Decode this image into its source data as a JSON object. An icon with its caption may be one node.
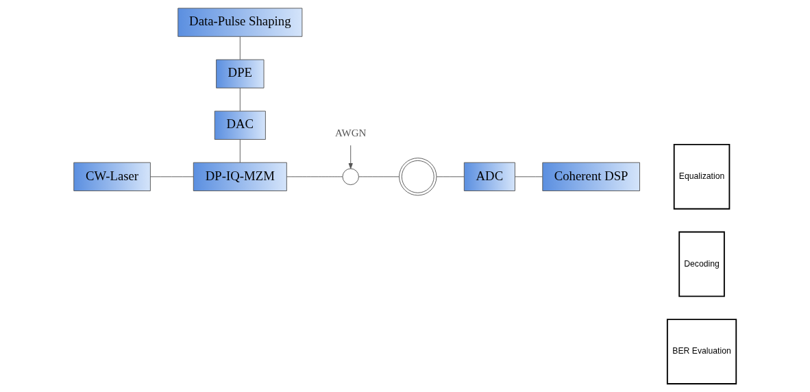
{
  "diagram": {
    "nodes": [
      {
        "text": [
          "Data-Pulse Shaping"
        ]
      },
      {
        "text": [
          "DPE"
        ]
      },
      {
        "text": [
          "DAC"
        ]
      },
      {
        "text": [
          "CW-Laser"
        ]
      },
      {
        "text": [
          "DP-IQ-MZM"
        ]
      },
      {
        "text": [],
        "shape": "circle"
      },
      {
        "text": [],
        "shape": "coil"
      },
      {
        "text": [
          "ADC"
        ]
      },
      {
        "text": [
          "Coherent DSP"
        ]
      },
      {
        "text": [
          "Equalization"
        ]
      },
      {
        "text": [
          "Decoding"
        ]
      },
      {
        "text": [
          "BER Evaluation"
        ]
      },
      {
        "text": [
          "AWGN"
        ]
      }
    ],
    "edges": [
      {
        "from": 0,
        "to": 1,
        "arrow": "none"
      },
      {
        "from": 1,
        "to": 2,
        "arrow": "none"
      },
      {
        "from": 2,
        "to": 4,
        "arrow": "none"
      },
      {
        "from": 3,
        "to": 4,
        "arrow": "none"
      },
      {
        "from": 4,
        "to": 5,
        "arrow": "none"
      },
      {
        "from": 5,
        "to": 6,
        "arrow": "none"
      },
      {
        "from": 6,
        "to": 7,
        "arrow": "none"
      },
      {
        "from": 7,
        "to": 8,
        "arrow": "none"
      },
      {
        "from": 12,
        "to": 5,
        "arrow": "to"
      }
    ]
  }
}
